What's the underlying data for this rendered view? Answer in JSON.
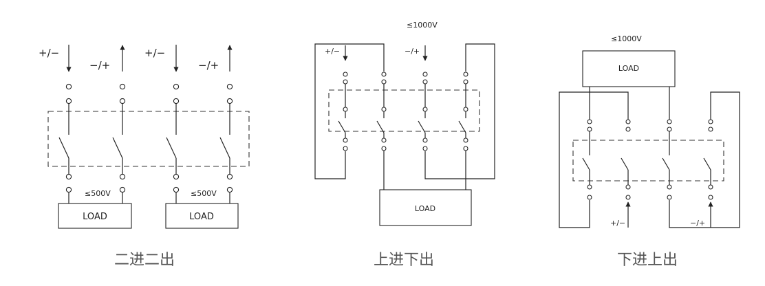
{
  "panels": [
    {
      "caption": "二进二出",
      "polarity": [
        "+/−",
        "−/+",
        "+/−",
        "−/+"
      ],
      "voltage": [
        "≤500V",
        "≤500V"
      ],
      "loads": [
        "LOAD",
        "LOAD"
      ]
    },
    {
      "caption": "上进下出",
      "polarity": [
        "+/−",
        "−/+"
      ],
      "voltage": [
        "≤1000V"
      ],
      "loads": [
        "LOAD"
      ]
    },
    {
      "caption": "下进上出",
      "polarity": [
        "+/−",
        "−/+"
      ],
      "voltage": [
        "≤1000V"
      ],
      "loads": [
        "LOAD"
      ]
    }
  ]
}
